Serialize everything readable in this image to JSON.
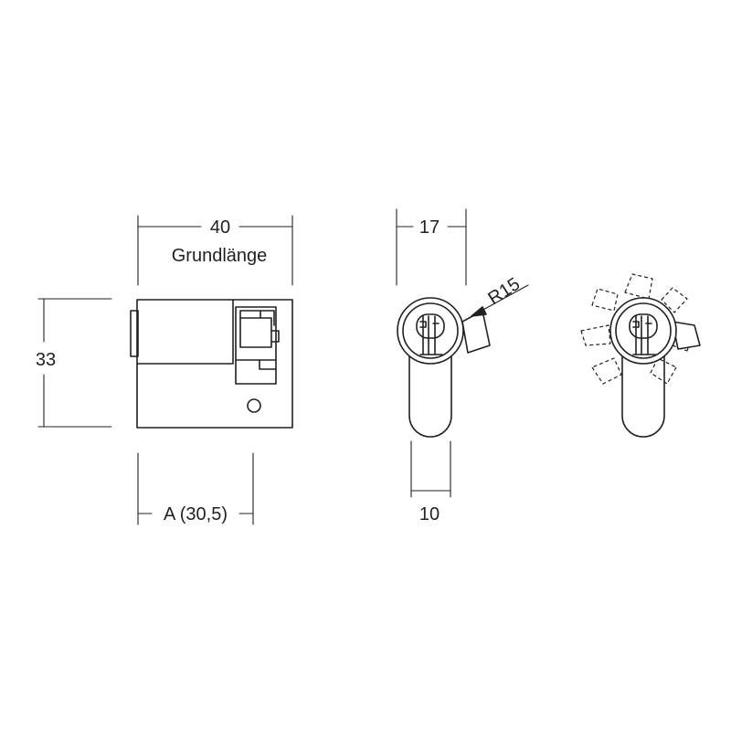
{
  "dimensions": {
    "base_length_value": "40",
    "base_length_label": "Grundlänge",
    "height": "33",
    "length_a": "A (30,5)",
    "front_width": "17",
    "cam_radius": "R15",
    "bottom_width": "10"
  }
}
